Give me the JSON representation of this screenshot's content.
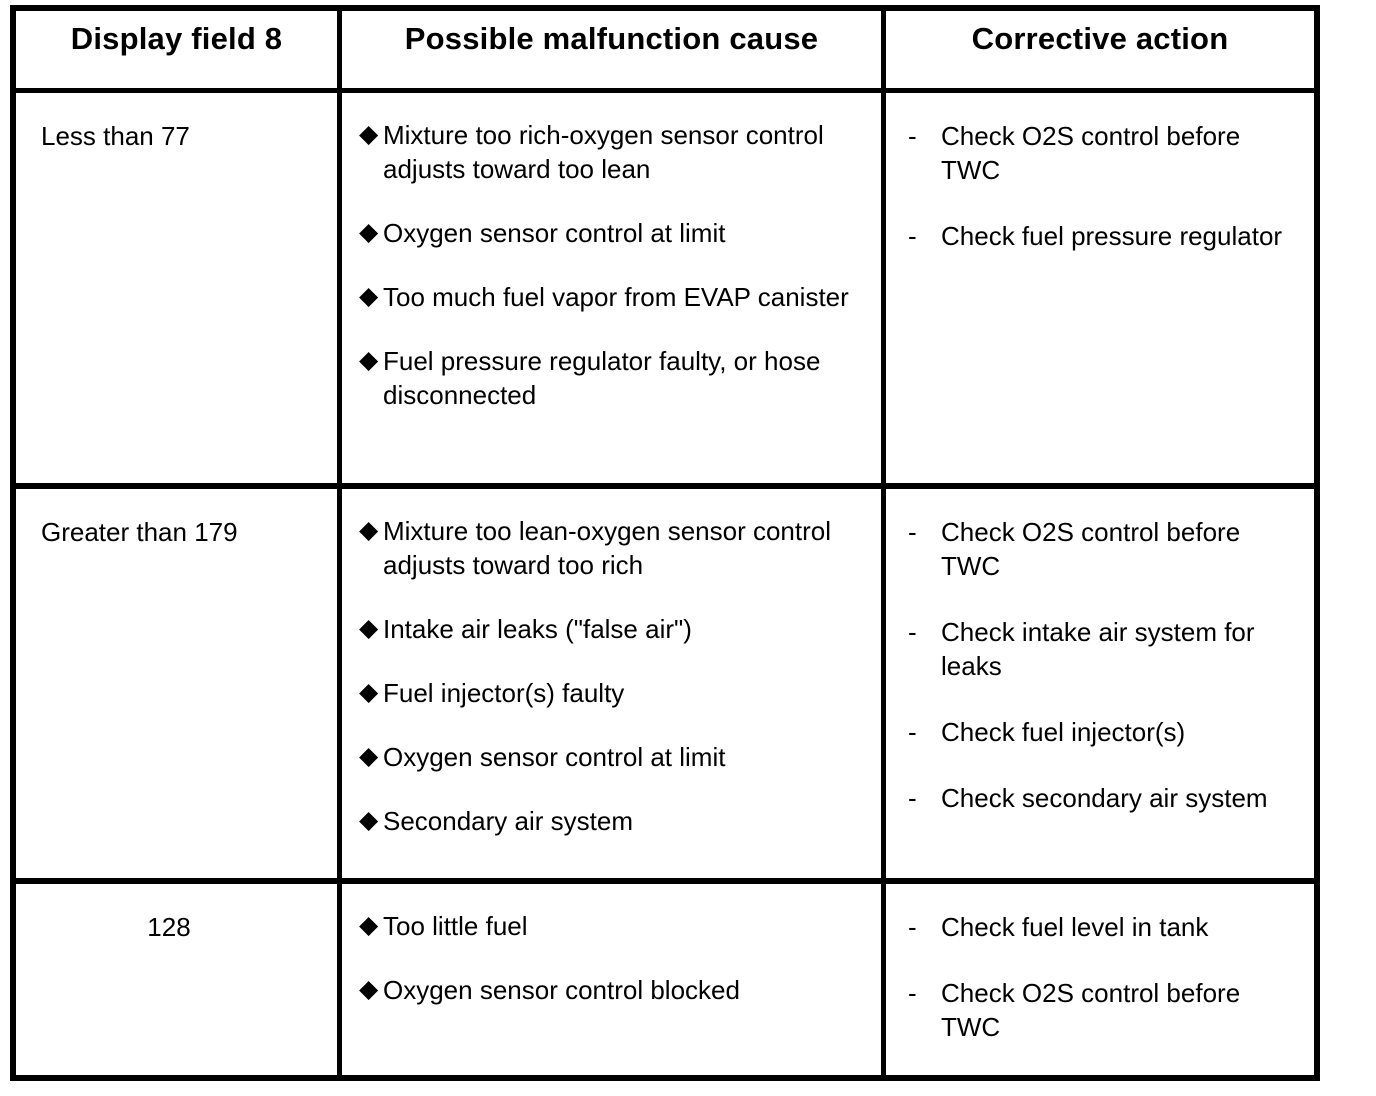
{
  "table": {
    "columns": [
      {
        "key": "display_field",
        "header": "Display field 8"
      },
      {
        "key": "cause",
        "header": "Possible malfunction cause"
      },
      {
        "key": "action",
        "header": "Corrective action"
      }
    ],
    "markers": {
      "cause_bullet": "◆",
      "action_bullet": "-"
    },
    "rows": [
      {
        "display_field": "Less than 77",
        "display_align": "left",
        "causes": [
          "Mixture too rich-oxygen sensor control adjusts toward too lean",
          "Oxygen sensor control at limit",
          "Too much fuel vapor from EVAP canister",
          "Fuel pressure regulator faulty, or hose disconnected"
        ],
        "actions": [
          "Check O2S control before TWC",
          "Check fuel pressure regulator"
        ]
      },
      {
        "display_field": "Greater than 179",
        "display_align": "left",
        "causes": [
          "Mixture too lean-oxygen sensor control adjusts toward too rich",
          "Intake air leaks (\"false air\")",
          "Fuel injector(s) faulty",
          "Oxygen sensor control at limit",
          "Secondary air system"
        ],
        "actions": [
          "Check O2S control before TWC",
          "Check intake air system for leaks",
          "Check fuel injector(s)",
          "Check secondary air system"
        ]
      },
      {
        "display_field": "128",
        "display_align": "center",
        "causes": [
          "Too little fuel",
          "Oxygen sensor control blocked"
        ],
        "actions": [
          "Check fuel level in tank",
          "Check O2S control before TWC"
        ]
      }
    ]
  },
  "style": {
    "border_color": "#000000",
    "text_color": "#000000",
    "background": "#ffffff"
  }
}
